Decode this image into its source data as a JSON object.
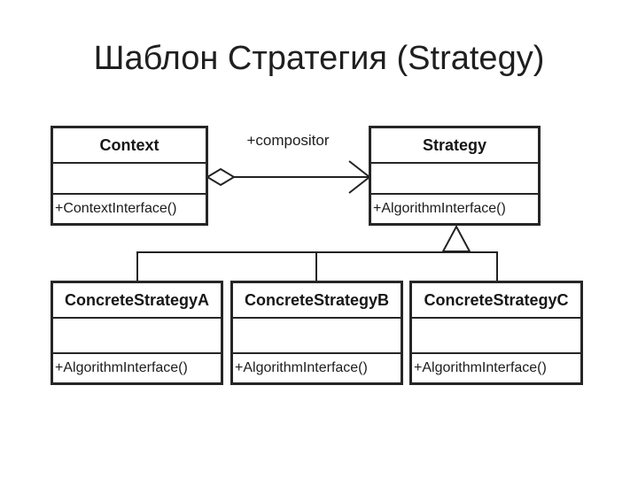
{
  "slide": {
    "title": "Шаблон Стратегия (Strategy)"
  },
  "diagram": {
    "type": "uml-class-diagram",
    "relation_label": "+compositor",
    "classes": [
      {
        "id": "context",
        "name": "Context",
        "method": "+ContextInterface()"
      },
      {
        "id": "strategy",
        "name": "Strategy",
        "method": "+AlgorithmInterface()"
      },
      {
        "id": "concrete-strategy-a",
        "name": "ConcreteStrategyA",
        "method": "+AlgorithmInterface()"
      },
      {
        "id": "concrete-strategy-b",
        "name": "ConcreteStrategyB",
        "method": "+AlgorithmInterface()"
      },
      {
        "id": "concrete-strategy-c",
        "name": "ConcreteStrategyC",
        "method": "+AlgorithmInterface()"
      }
    ],
    "relations": [
      {
        "from": "Context",
        "to": "Strategy",
        "kind": "aggregation",
        "label": "+compositor"
      },
      {
        "from": "ConcreteStrategyA",
        "to": "Strategy",
        "kind": "inheritance"
      },
      {
        "from": "ConcreteStrategyB",
        "to": "Strategy",
        "kind": "inheritance"
      },
      {
        "from": "ConcreteStrategyC",
        "to": "Strategy",
        "kind": "inheritance"
      }
    ],
    "icons": {
      "aggregation_diamond": "◇",
      "inheritance_triangle": "△",
      "open_arrowhead": "›"
    },
    "colors": {
      "background": "#ffffff",
      "line": "#222222",
      "text": "#1c1c1c",
      "title_text": "#1f1f1f"
    }
  }
}
